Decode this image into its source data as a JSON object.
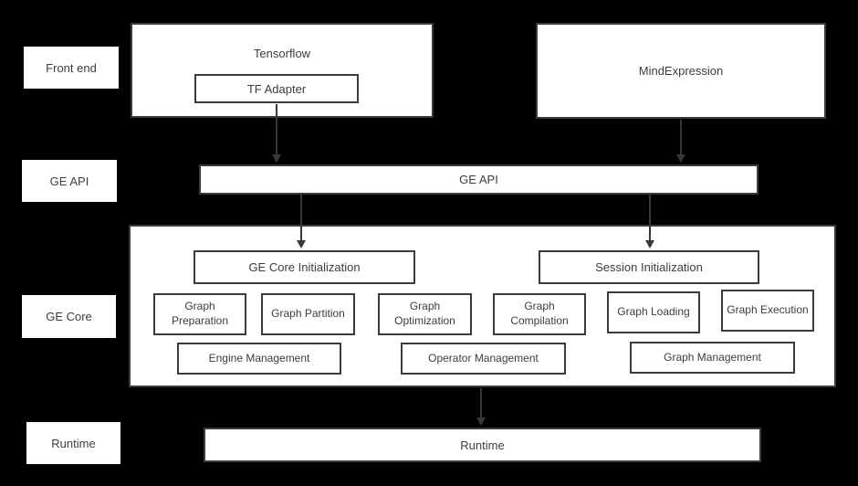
{
  "palette": {
    "background": "#000000",
    "box_fill": "#ffffff",
    "border": "#3b3b3b",
    "text": "#3d3d3d",
    "arrow": "#383838"
  },
  "row_labels": [
    {
      "label": "Front end"
    },
    {
      "label": "GE API"
    },
    {
      "label": "GE Core"
    },
    {
      "label": "Runtime"
    }
  ],
  "front_end": {
    "tensorflow_label": "Tensorflow",
    "tf_adapter_label": "TF Adapter",
    "mindexpression_label": "MindExpression"
  },
  "ge_api": {
    "label": "GE API"
  },
  "ge_core": {
    "init_boxes": [
      {
        "label": "GE Core Initialization"
      },
      {
        "label": "Session Initialization"
      }
    ],
    "function_boxes": [
      {
        "label": "Graph Preparation"
      },
      {
        "label": "Graph Partition"
      },
      {
        "label": "Graph Optimization"
      },
      {
        "label": "Graph Compilation"
      },
      {
        "label": "Graph Loading"
      },
      {
        "label": "Graph Execution"
      }
    ],
    "management_boxes": [
      {
        "label": "Engine Management"
      },
      {
        "label": "Operator Management"
      },
      {
        "label": "Graph Management"
      }
    ]
  },
  "runtime": {
    "label": "Runtime"
  }
}
